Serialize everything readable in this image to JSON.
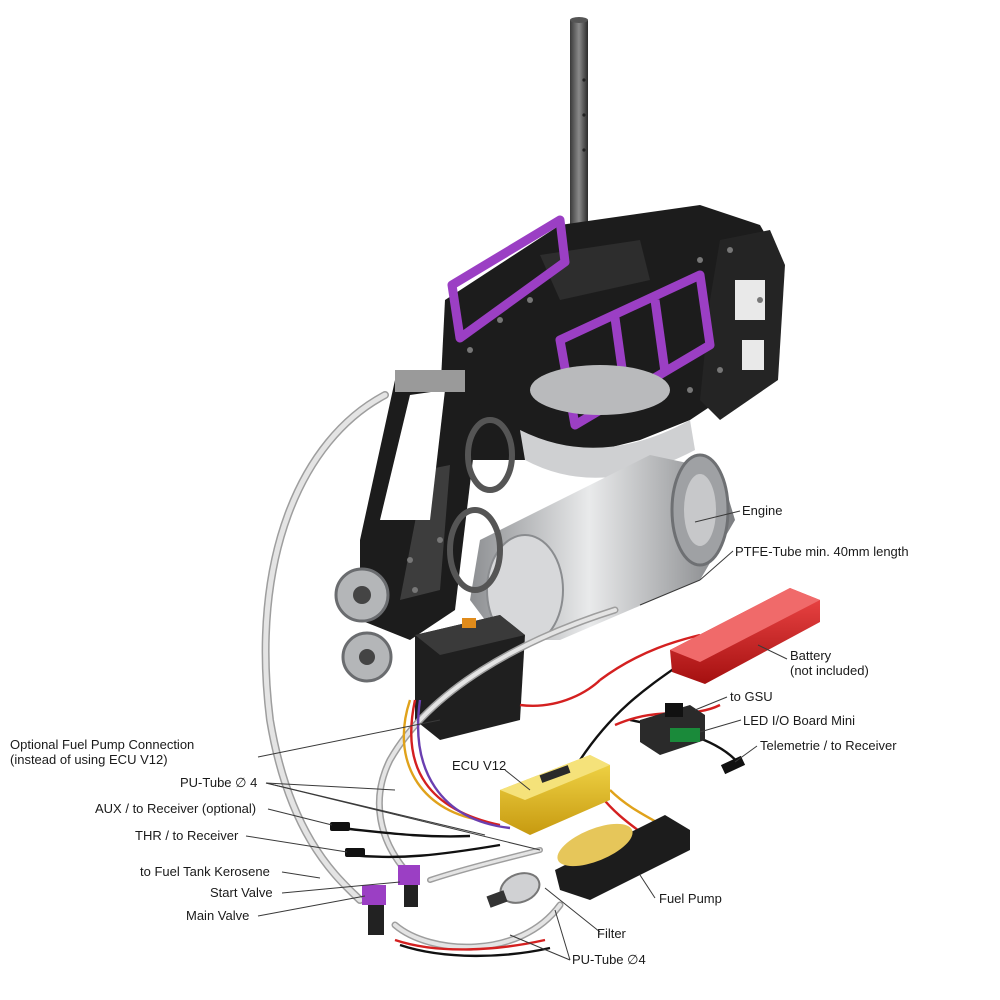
{
  "labels": {
    "engine": "Engine",
    "ptfe_tube": "PTFE-Tube min. 40mm length",
    "battery": "Battery",
    "battery_note": "(not included)",
    "to_gsu": "to GSU",
    "led_board": "LED I/O Board Mini",
    "telemetry": "Telemetrie / to Receiver",
    "optional_pump_1": "Optional Fuel Pump Connection",
    "optional_pump_2": "(instead of using ECU V12)",
    "ecu": "ECU V12",
    "pu_tube_top": "PU-Tube ∅ 4",
    "aux": "AUX / to Receiver (optional)",
    "thr": "THR / to Receiver",
    "fuel_tank": "to Fuel Tank Kerosene",
    "start_valve": "Start Valve",
    "main_valve": "Main Valve",
    "fuel_pump": "Fuel Pump",
    "filter": "Filter",
    "pu_tube_bottom": "PU-Tube  ∅4"
  },
  "colors": {
    "frame": "#1c1c1c",
    "accent_purple": "#9b3fc4",
    "engine_metal": "#c9cacc",
    "battery_red": "#d61f1f",
    "ecu_yellow": "#e8c21a",
    "tube": "#d9d9d9",
    "wire_red": "#d42020",
    "wire_black": "#111111"
  }
}
